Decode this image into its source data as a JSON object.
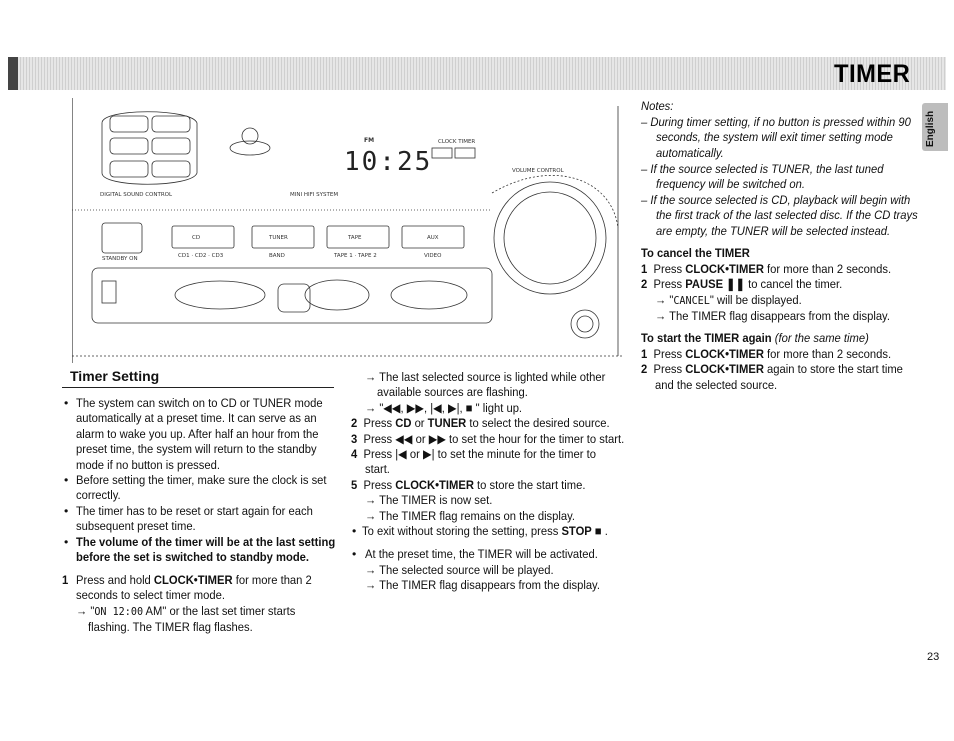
{
  "banner": {
    "title": "TIMER"
  },
  "side_tab": "English",
  "page_number": "23",
  "device": {
    "buttons": [
      "CD",
      "TUNER",
      "TAPE",
      "AUX"
    ],
    "labels": {
      "digital_sound_control": "DIGITAL SOUND CONTROL",
      "mini_hifi": "MINI HIFI SYSTEM",
      "volume": "VOLUME CONTROL",
      "standby": "STANDBY ON",
      "cd_sub": "CD1 · CD2 · CD3",
      "band": "BAND",
      "tape_sub": "TAPE 1 · TAPE 2",
      "video": "VIDEO",
      "clock_timer": "CLOCK TIMER",
      "display_digits": "10:25",
      "fm": "FM"
    }
  },
  "left": {
    "heading": "Timer Setting",
    "bullets": [
      [
        "The system can switch on to CD or TUNER mode",
        "automatically at a preset time. It can serve as an",
        "alarm to wake you up. After half an hour from the",
        "preset time, the system will return to the standby",
        "mode if no button is pressed."
      ],
      [
        "Before setting the timer, make sure the clock is set",
        "correctly."
      ],
      [
        "The timer has to be reset or start again for each",
        "subsequent preset time."
      ]
    ],
    "bold_bullet": [
      "The volume of the timer will be at the last setting",
      "before the set is switched to standby mode."
    ],
    "step1_num": "1",
    "step1": [
      "Press and hold ",
      "CLOCK•TIMER",
      " for more than 2"
    ],
    "step1b": "seconds to select timer mode.",
    "step1c": [
      "→ \"",
      "ON  12:00",
      " AM\" or the last set timer starts"
    ],
    "step1d": "flashing. The TIMER flag flashes."
  },
  "middle": {
    "l1": "→ The last selected source is lighted while other",
    "l2": "available sources are flashing.",
    "l3": "→ \"◀◀, ▶▶, |◀, ▶|, ■ \" light up.",
    "s2": [
      "2",
      "Press ",
      "CD",
      " or ",
      "TUNER",
      " to select the desired source."
    ],
    "s3": [
      "3",
      "Press ◀◀ or ▶▶ to set the hour for the timer to start."
    ],
    "s4": [
      "4",
      "Press |◀ or ▶| to set the minute for the timer to"
    ],
    "s4b": "start.",
    "s5": [
      "5",
      "Press ",
      "CLOCK•TIMER",
      " to store the start time."
    ],
    "s5a": "→ The TIMER is now set.",
    "s5b": "→ The TIMER flag remains on the display.",
    "exit": [
      "To exit without storing the setting, press ",
      "STOP",
      " ■ ."
    ],
    "preset": "At the preset time, the TIMER will be activated.",
    "p1": "→ The selected source will be played.",
    "p2": "→ The TIMER flag disappears from the display."
  },
  "right": {
    "notes_title": "Notes:",
    "n1": [
      "– During timer setting,  if no button is pressed within 90",
      "seconds, the system will exit timer setting mode",
      "automatically."
    ],
    "n2": [
      "– If the source selected is TUNER, the last tuned",
      "frequency will be switched on."
    ],
    "n3": [
      "– If the source selected is CD, playback will begin with",
      "the first track of the last selected disc. If the CD trays",
      "are empty, the TUNER will be selected instead."
    ],
    "cancel_heading": "To cancel the TIMER",
    "c1": [
      "1",
      "Press ",
      "CLOCK•TIMER",
      " for more than 2 seconds."
    ],
    "c2": [
      "2",
      "Press ",
      "PAUSE ❚❚",
      " to cancel the timer."
    ],
    "c2a": [
      "→ \"",
      "CANCEL",
      "\" will be displayed."
    ],
    "c2b": "→ The TIMER flag disappears from the display.",
    "start_heading": "To start the TIMER again",
    "start_note": " (for the same time)",
    "a1": [
      "1",
      "Press ",
      "CLOCK•TIMER",
      " for more than 2 seconds."
    ],
    "a2": [
      "2",
      "Press ",
      "CLOCK•TIMER",
      " again to store the start time"
    ],
    "a2b": "and the selected source."
  }
}
